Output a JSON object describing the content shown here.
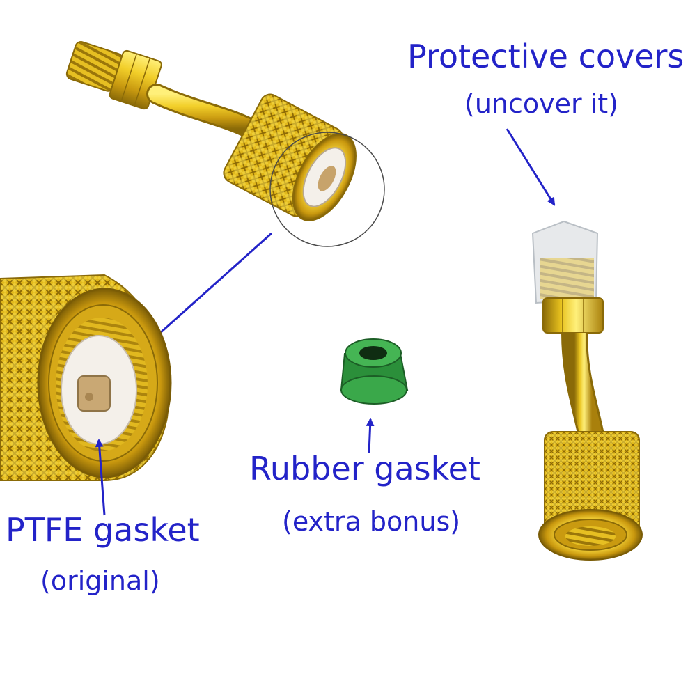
{
  "colors": {
    "label_text": "#2323c8",
    "arrow": "#2323c8",
    "brass": "#e0b81c",
    "brass_dark": "#8a6a08",
    "brass_light": "#fff07a",
    "ptfe": "#f4f0ea",
    "rubber": "#2e9a3e",
    "cap": "#e6e8ea"
  },
  "labels": {
    "protective_title": "Protective covers",
    "protective_note": "(uncover it)",
    "rubber_title": "Rubber gasket",
    "rubber_note": "(extra bonus)",
    "ptfe_title": "PTFE gasket",
    "ptfe_note": "(original)"
  }
}
